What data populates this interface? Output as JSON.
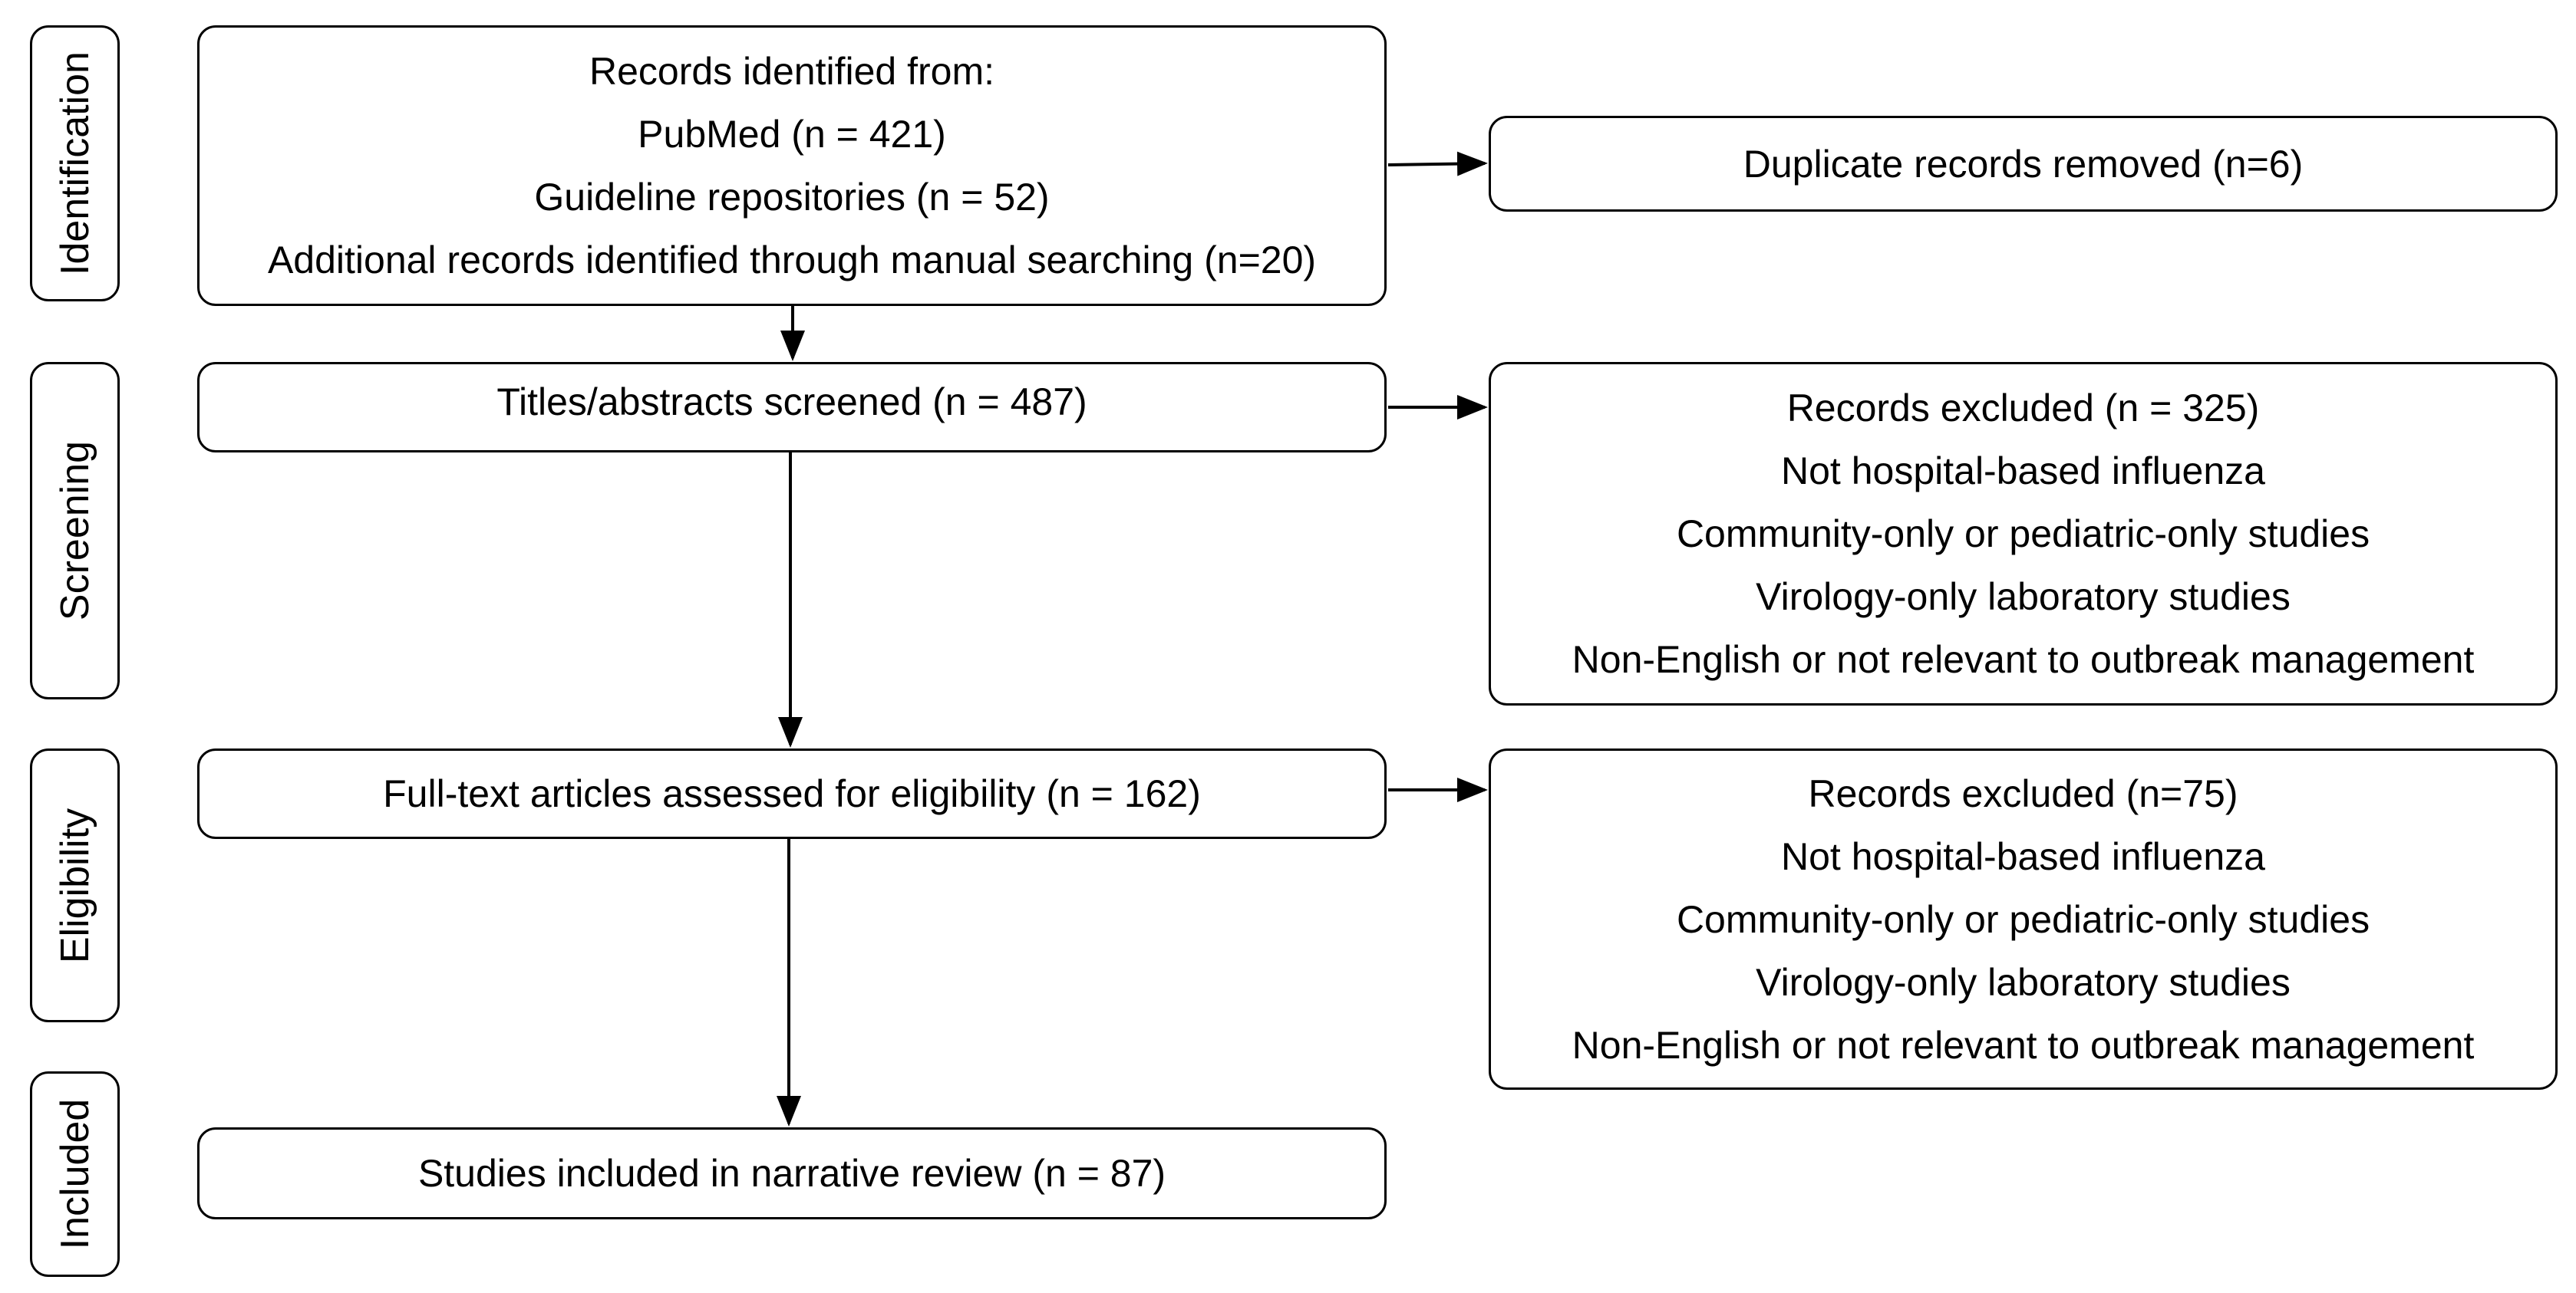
{
  "phases": [
    {
      "label": "Identification"
    },
    {
      "label": "Screening"
    },
    {
      "label": "Eligibility"
    },
    {
      "label": "Included"
    }
  ],
  "identification_box": {
    "lines": [
      "Records identified from:",
      "PubMed  (n = 421)",
      "Guideline repositories (n = 52)",
      "Additional records identified through manual searching (n=20)"
    ]
  },
  "duplicates_box": {
    "lines": [
      "Duplicate records removed (n=6)"
    ]
  },
  "screening_box": {
    "lines": [
      "Titles/abstracts screened (n = 487)"
    ]
  },
  "screening_exclusions_box": {
    "lines": [
      "Records excluded (n = 325)",
      "Not hospital-based influenza",
      "Community-only or pediatric-only studies",
      "Virology-only laboratory studies",
      "Non-English or not relevant to outbreak management"
    ]
  },
  "eligibility_box": {
    "lines": [
      "Full-text articles assessed for eligibility (n = 162)"
    ]
  },
  "eligibility_exclusions_box": {
    "lines": [
      "Records excluded (n=75)",
      "Not hospital-based influenza",
      "Community-only or pediatric-only studies",
      "Virology-only laboratory studies",
      "Non-English or not relevant to outbreak management"
    ]
  },
  "included_box": {
    "lines": [
      "Studies included in narrative review  (n = 87)"
    ]
  }
}
